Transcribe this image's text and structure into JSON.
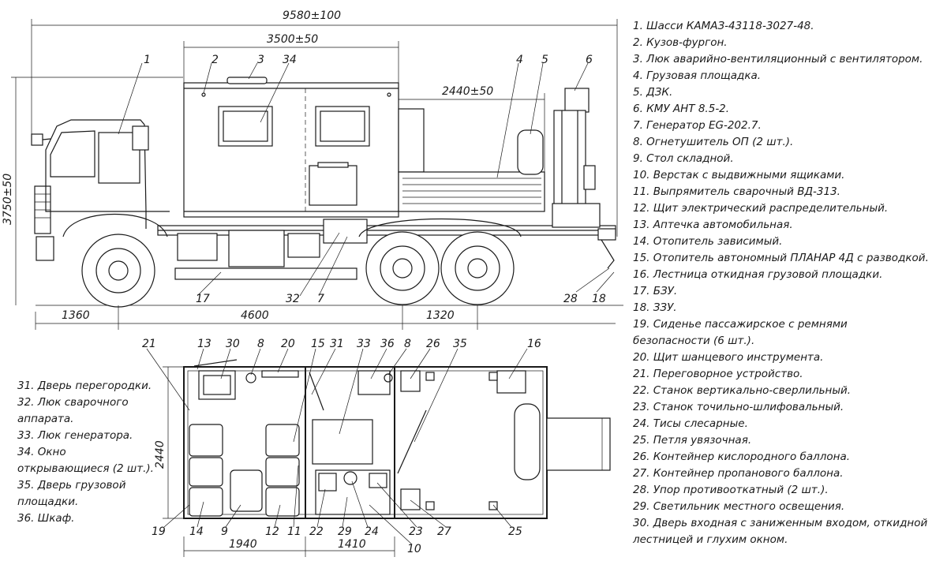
{
  "dimensions": {
    "overall_length": "9580±100",
    "body_length": "3500±50",
    "height": "3750±50",
    "platform_length": "2440±50",
    "front_overhang": "1360",
    "wheelbase": "4600",
    "rear_axle_spacing": "1320",
    "plan_width": "2440",
    "plan_section_1": "1940",
    "plan_section_2": "1410"
  },
  "side_callouts": [
    "1",
    "2",
    "3",
    "34",
    "4",
    "5",
    "6",
    "17",
    "32",
    "7",
    "28",
    "18"
  ],
  "plan_callouts_top": [
    "21",
    "13",
    "30",
    "8",
    "20",
    "15",
    "31",
    "33",
    "36",
    "8",
    "26",
    "35",
    "16"
  ],
  "plan_callouts_bottom": [
    "19",
    "14",
    "9",
    "12",
    "11",
    "22",
    "29",
    "24",
    "23",
    "27",
    "25",
    "10"
  ],
  "legend_right": [
    "1. Шасси КАМАЗ-43118-3027-48.",
    "2. Кузов-фургон.",
    "3. Люк аварийно-вентиляционный с вентилятором.",
    "4. Грузовая площадка.",
    "5. ДЗК.",
    "6. КМУ АНТ 8.5-2.",
    "7. Генератор EG-202.7.",
    "8. Огнетушитель ОП (2 шт.).",
    "9. Стол складной.",
    "10. Верстак с выдвижными ящиками.",
    "11. Выпрямитель сварочный ВД-313.",
    "12. Щит электрический распределительный.",
    "13. Аптечка автомобильная.",
    "14. Отопитель зависимый.",
    "15. Отопитель автономный ПЛАНАР 4Д с разводкой.",
    "16. Лестница откидная грузовой площадки.",
    "17. БЗУ.",
    "18. ЗЗУ.",
    "19. Сиденье пассажирское с ремнями",
    "безопасности (6 шт.).",
    "20. Щит шанцевого инструмента.",
    "21. Переговорное устройство.",
    "22. Станок вертикально-сверлильный.",
    "23. Станок точильно-шлифовальный.",
    "24. Тисы слесарные.",
    "25. Петля увязочная.",
    "26. Контейнер кислородного баллона.",
    "27. Контейнер пропанового баллона.",
    "28. Упор противооткатный (2 шт.).",
    "29. Светильник местного освещения.",
    "30. Дверь входная с заниженным входом, откидной",
    "лестницей и глухим окном."
  ],
  "legend_left": [
    "31. Дверь перегородки.",
    "32. Люк сварочного",
    "аппарата.",
    "33. Люк генератора.",
    "34. Окно",
    "открывающиеся (2 шт.).",
    "35. Дверь грузовой",
    "площадки.",
    "36. Шкаф."
  ]
}
